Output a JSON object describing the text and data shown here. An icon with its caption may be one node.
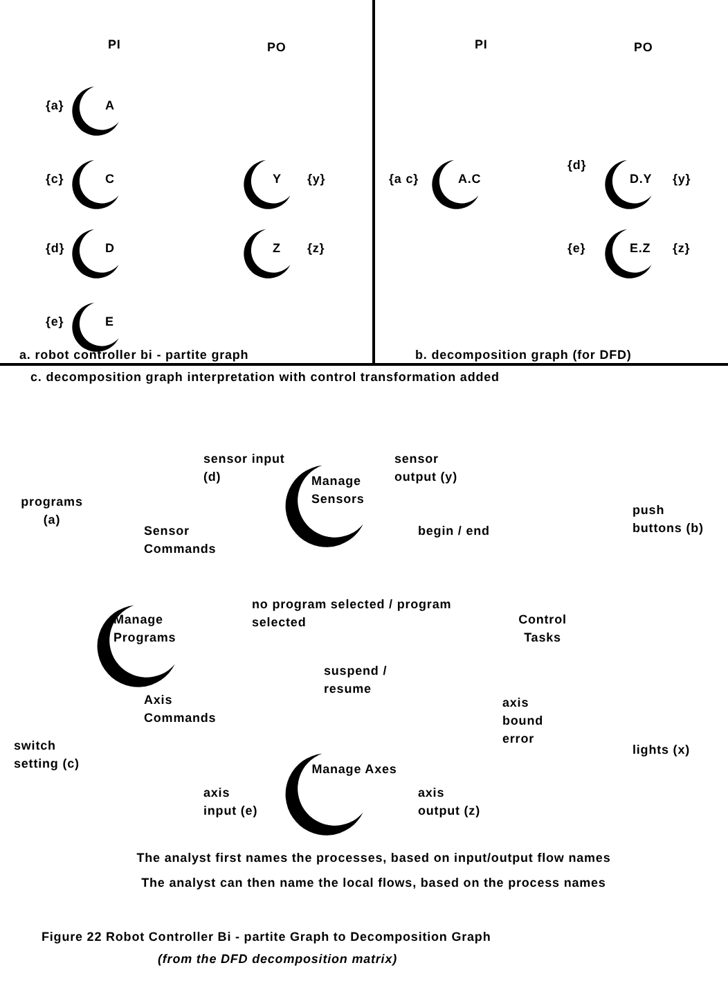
{
  "diagram": {
    "caption": "Figure 22 Robot Controller Bi - partite Graph to Decomposition Graph",
    "nodes": [
      {
        "text": [
          "A"
        ],
        "beside": [
          "{a}"
        ]
      },
      {
        "text": [
          "C"
        ],
        "beside": [
          "{c}"
        ]
      },
      {
        "text": [
          "D"
        ],
        "beside": [
          "{d}"
        ]
      },
      {
        "text": [
          "E"
        ],
        "beside": [
          "{e}"
        ]
      },
      {
        "text": [
          "Y"
        ],
        "beside": [
          "{y}"
        ]
      },
      {
        "text": [
          "Z"
        ],
        "beside": [
          "{z}"
        ]
      },
      {
        "text": [
          "A.C"
        ],
        "beside": [
          "{a c}"
        ]
      },
      {
        "text": [
          "D.Y"
        ],
        "beside": [
          "{d}",
          "{y}"
        ]
      },
      {
        "text": [
          "E.Z"
        ],
        "beside": [
          "{e}",
          "{z}"
        ]
      },
      {
        "text": [
          "Manage Sensors"
        ]
      },
      {
        "text": [
          "Manage Programs"
        ]
      },
      {
        "text": [
          "Control Tasks"
        ]
      },
      {
        "text": [
          "Manage Axes"
        ]
      }
    ],
    "labels": [
      "PI",
      "PO",
      "PI",
      "PO",
      "a. robot controller bi - partite graph",
      "b. decomposition graph (for DFD)",
      "c. decomposition graph interpretation with control transformation added",
      "sensor input (d)",
      "sensor output (y)",
      "programs (a)",
      "Sensor Commands",
      "begin / end",
      "push buttons (b)",
      "no program selected / program selected",
      "suspend / resume",
      "Axis Commands",
      "axis bound error",
      "switch setting (c)",
      "lights (x)",
      "axis input (e)",
      "axis output (z)",
      "The analyst first names the processes, based on input/output flow names",
      "The analyst can then name the local flows, based on the process names",
      "(from the DFD decomposition matrix)"
    ]
  }
}
